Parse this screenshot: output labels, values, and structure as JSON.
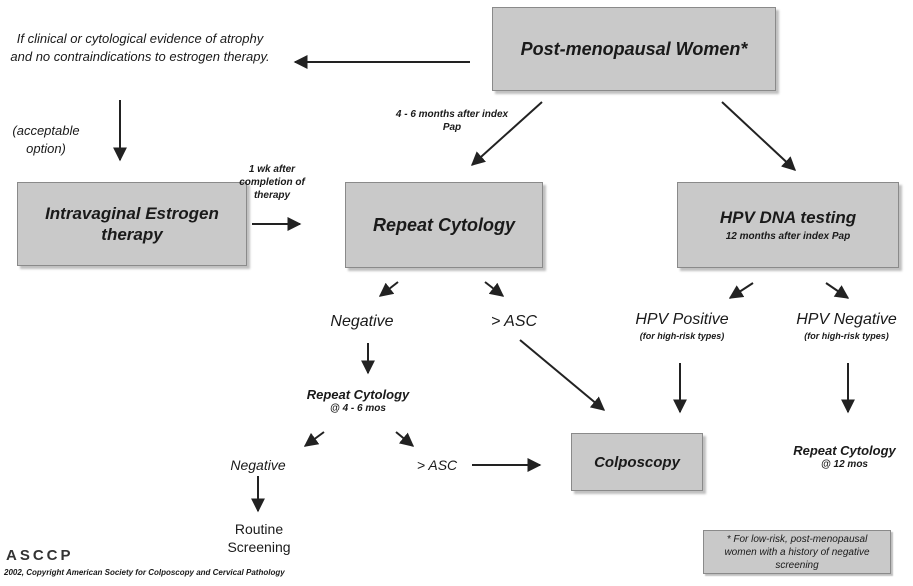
{
  "boxes": {
    "post_menopausal": "Post-menopausal Women*",
    "intravaginal": "Intravaginal Estrogen therapy",
    "repeat_cytology": "Repeat Cytology",
    "hpv_testing": "HPV DNA testing",
    "hpv_testing_sub": "12 months after index Pap",
    "colposcopy": "Colposcopy",
    "footnote": "* For low-risk, post-menopausal women with a history of negative screening"
  },
  "labels": {
    "atrophy_condition": "If clinical or cytological evidence of atrophy and no contraindications to estrogen therapy.",
    "acceptable_option": "(acceptable option)",
    "interval_4_6_months": "4 - 6 months after index Pap",
    "one_week_after": "1 wk after completion of therapy",
    "negative_1": "Negative",
    "asc_1": "> ASC",
    "hpv_positive": "HPV Positive",
    "hpv_positive_sub": "(for high-risk types)",
    "hpv_negative": "HPV Negative",
    "hpv_negative_sub": "(for high-risk types)",
    "repeat_cytology_4_6": "Repeat Cytology",
    "repeat_cytology_4_6_sub": "@ 4 - 6 mos",
    "negative_2": "Negative",
    "asc_2": "> ASC",
    "routine_screening": "Routine Screening",
    "repeat_cytology_12": "Repeat Cytology",
    "repeat_cytology_12_sub": "@ 12 mos"
  },
  "footer": {
    "logo_text": "ASCCP",
    "copyright": "2002, Copyright American Society for Colposcopy and Cervical Pathology"
  }
}
